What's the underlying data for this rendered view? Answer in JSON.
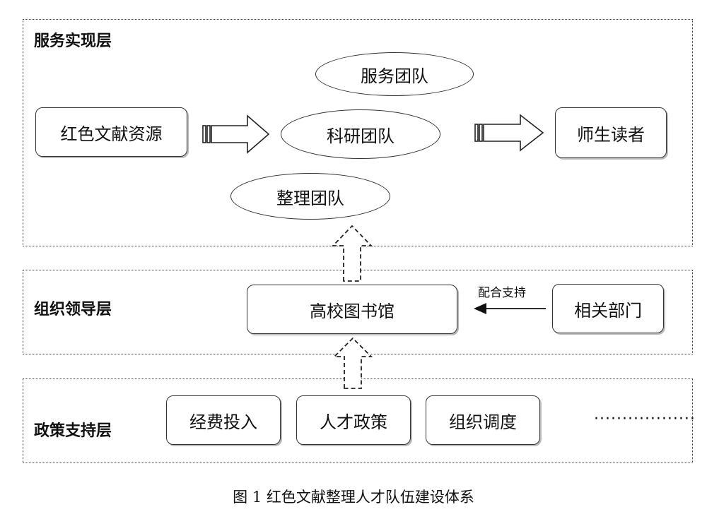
{
  "layers": {
    "service": {
      "title": "服务实现层",
      "resource": "红色文献资源",
      "teams": [
        "服务团队",
        "科研团队",
        "整理团队"
      ],
      "readers": "师生读者"
    },
    "organization": {
      "title": "组织领导层",
      "library": "高校图书馆",
      "departments": "相关部门",
      "support_label": "配合支持"
    },
    "policy": {
      "title": "政策支持层",
      "items": [
        "经费投入",
        "人才政策",
        "组织调度"
      ],
      "more": "··················"
    }
  },
  "caption": "图 1    红色文献整理人才队伍建设体系"
}
